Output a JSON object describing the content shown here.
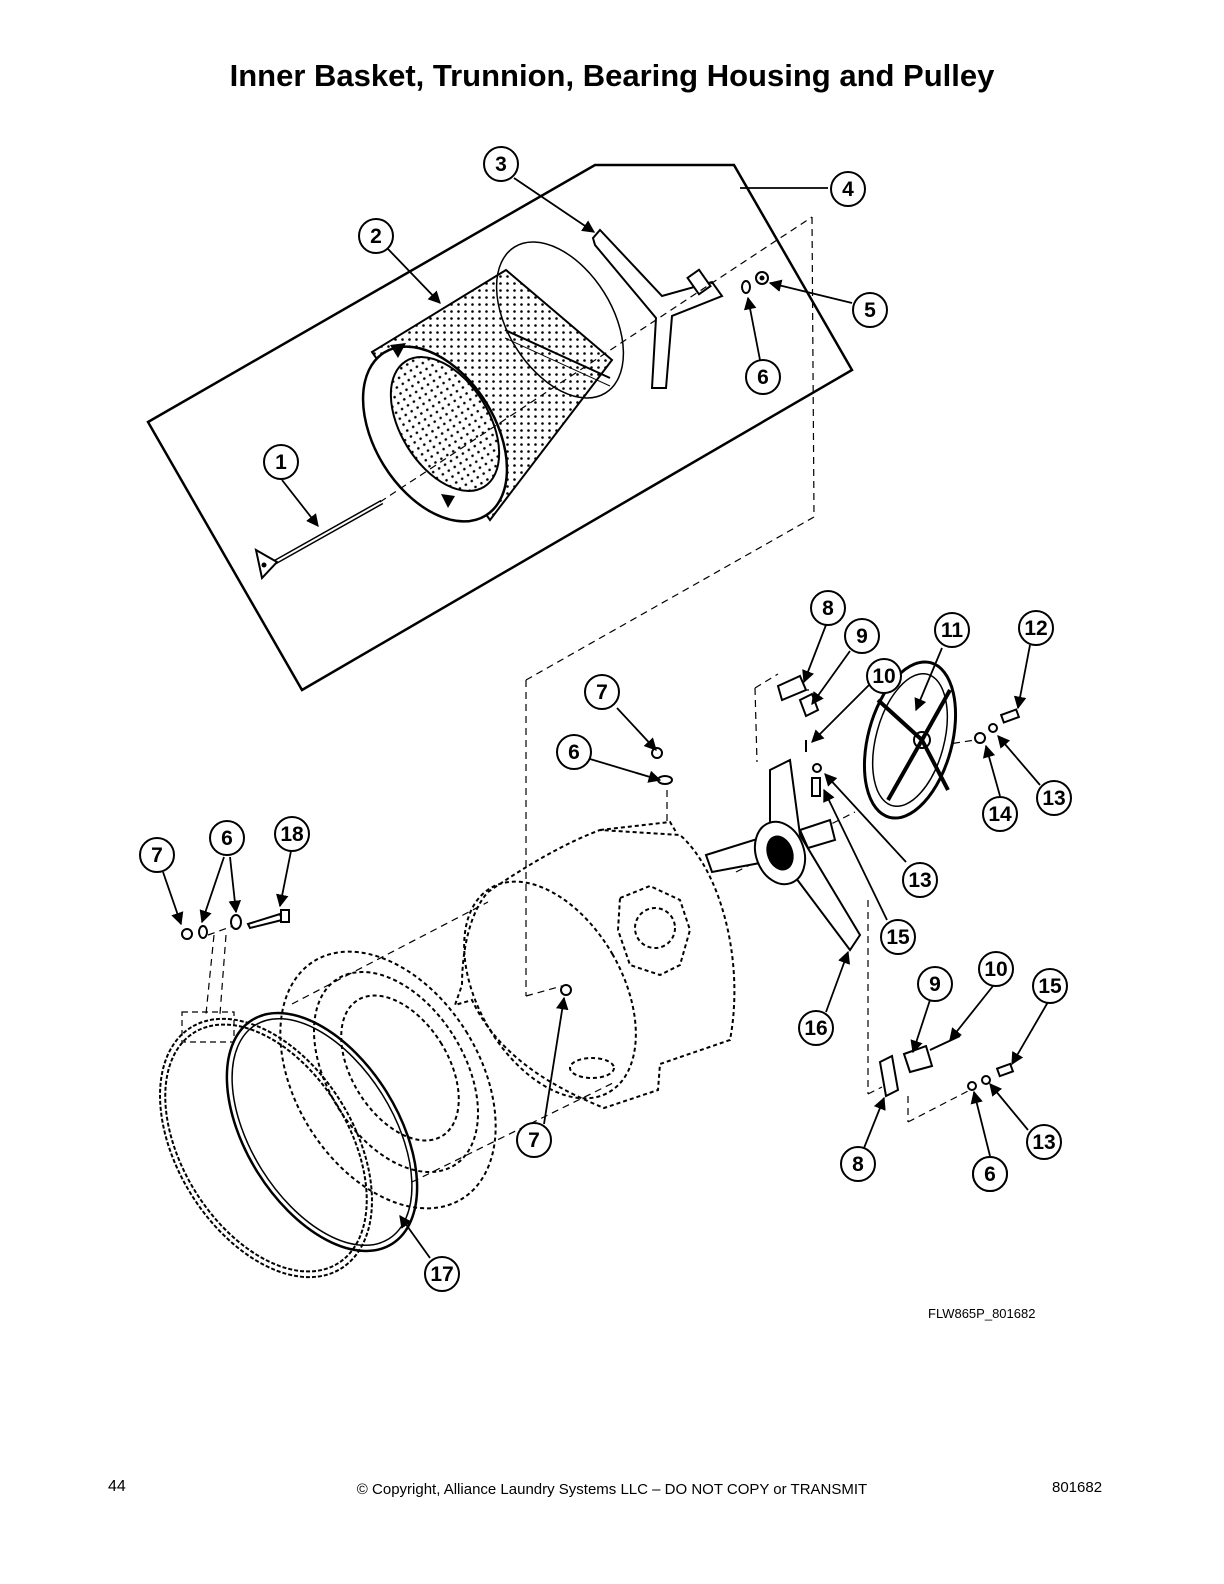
{
  "title": "Inner Basket, Trunnion, Bearing Housing and Pulley",
  "drawing_code": "FLW865P_801682",
  "footer": {
    "page_number": "44",
    "copyright": "© Copyright, Alliance Laundry Systems LLC – DO NOT COPY or TRANSMIT",
    "doc_number": "801682"
  },
  "callouts": [
    "1",
    "2",
    "3",
    "4",
    "5",
    "6",
    "6",
    "7",
    "6",
    "7",
    "6",
    "18",
    "8",
    "9",
    "10",
    "11",
    "12",
    "14",
    "13",
    "13",
    "15",
    "16",
    "7",
    "9",
    "10",
    "15",
    "8",
    "13",
    "6",
    "17"
  ]
}
